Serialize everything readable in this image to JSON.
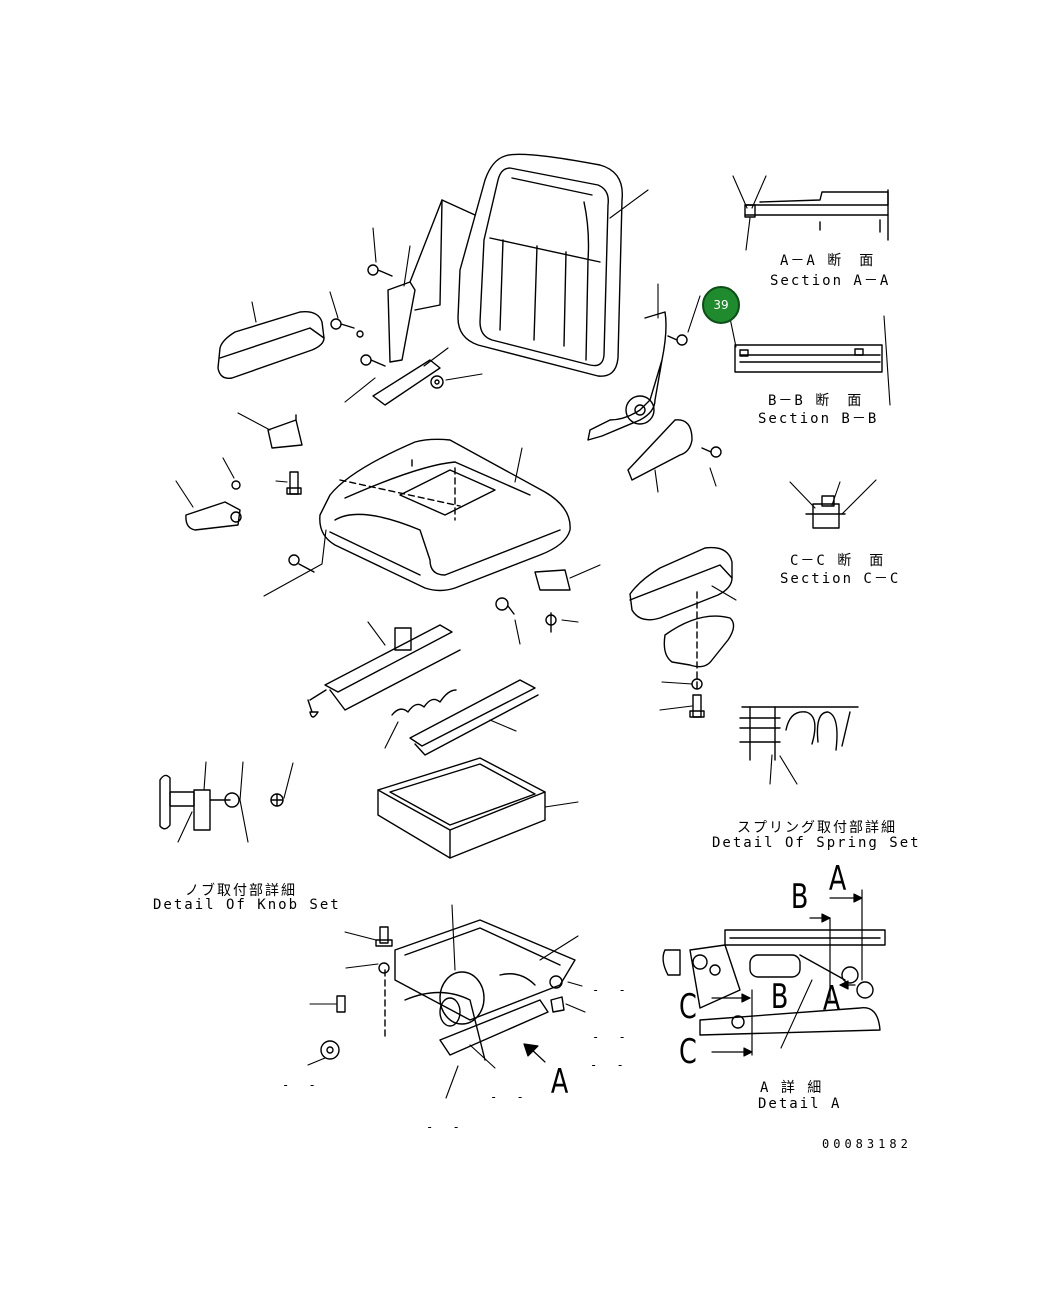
{
  "callout": {
    "number": "39",
    "color": "#1f8a2e"
  },
  "labels": {
    "section_aa_jp": "A－A 断　面",
    "section_aa_en": "Section A－A",
    "section_bb_jp": "B－B 断　面",
    "section_bb_en": "Section B－B",
    "section_cc_jp": "C－C 断　面",
    "section_cc_en": "Section C－C",
    "spring_jp": "スプリング取付部詳細",
    "spring_en": "Detail Of Spring Set",
    "knob_jp": "ノブ取付部詳細",
    "knob_en": "Detail Of Knob Set",
    "detail_a_jp": "A 詳 細",
    "detail_a_en": "Detail A",
    "drawing_number": "00083182"
  },
  "view_letters": {
    "a_top": "A",
    "b_top": "B",
    "b_mid": "B",
    "a_mid": "A",
    "c_upper": "C",
    "c_lower": "C",
    "a_bottom": "A"
  },
  "placeholders": {
    "p1": "- -",
    "p2": "- -",
    "p3": "- -",
    "p4": "- -",
    "p5": "- -",
    "p6": "- -"
  }
}
